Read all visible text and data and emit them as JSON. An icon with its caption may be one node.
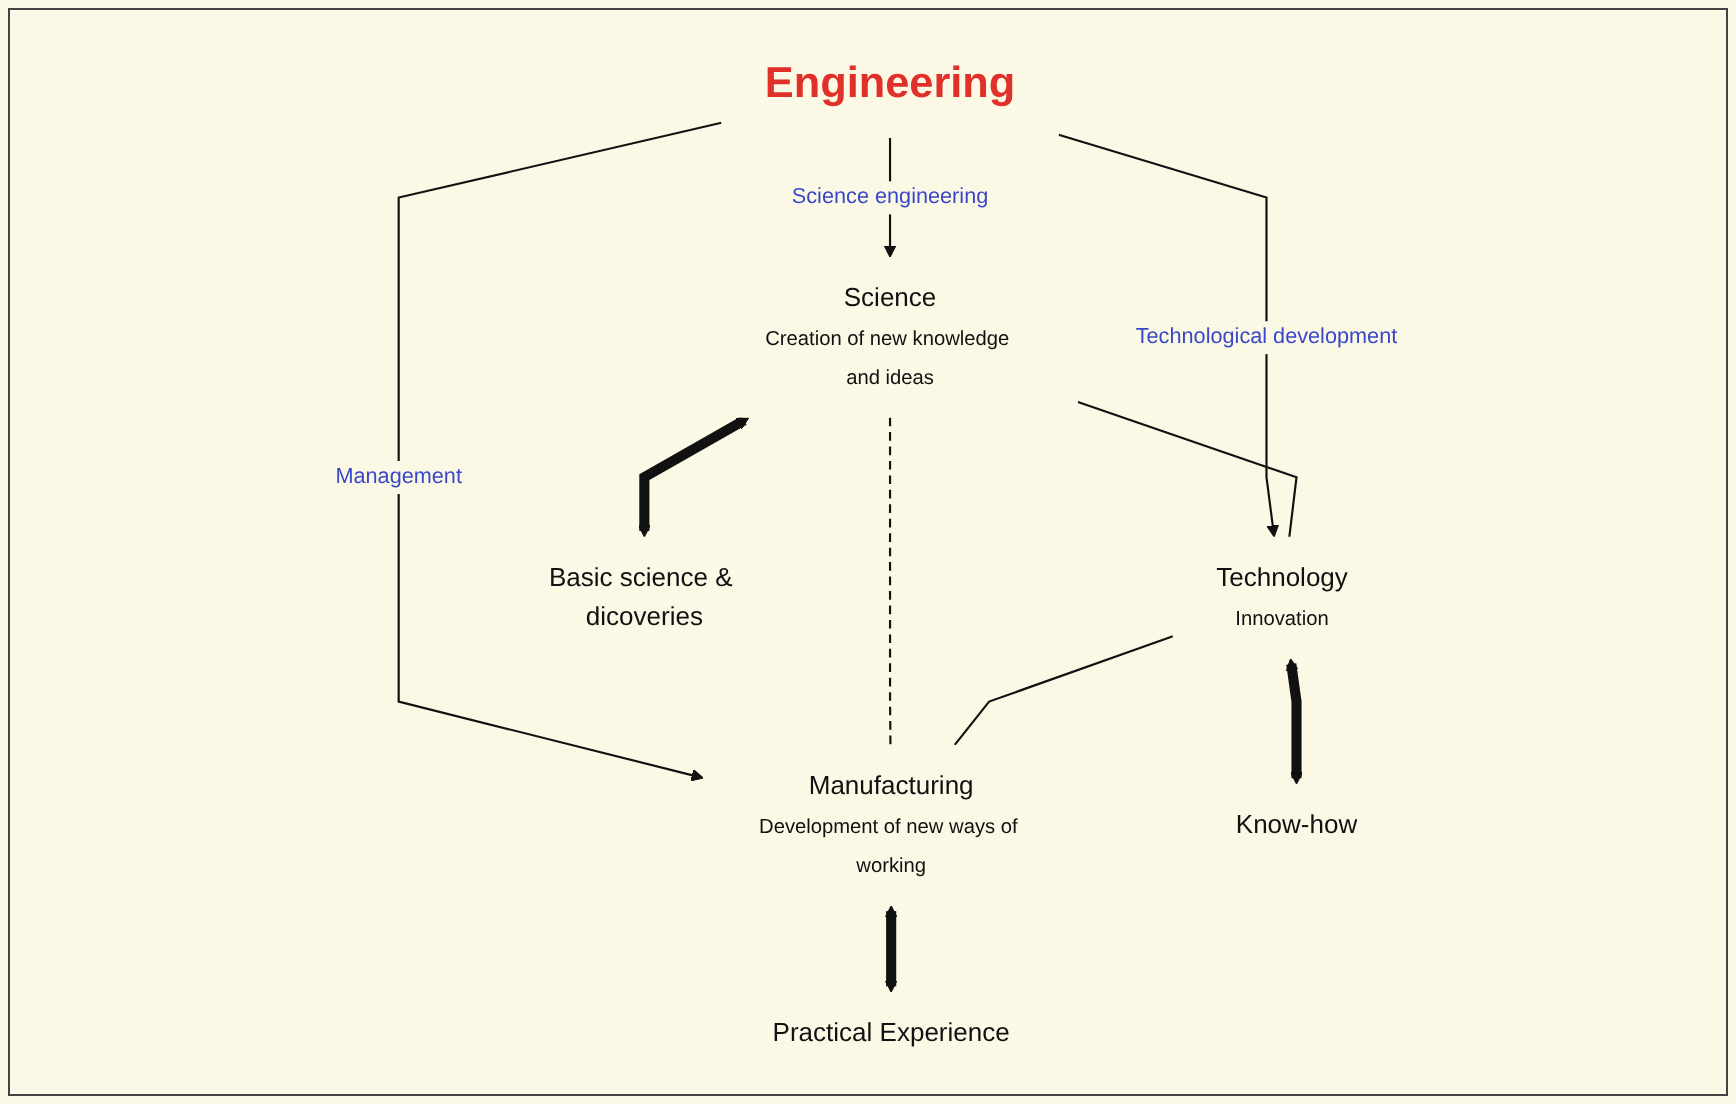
{
  "diagram": {
    "nodes": [
      {
        "text": [
          "Engineering"
        ]
      },
      {
        "text": [
          "Science",
          "Creation of new knowledge and ideas"
        ]
      },
      {
        "text": [
          "Technology",
          "Innovation"
        ]
      },
      {
        "text": [
          "Manufacturing",
          "Development of new ways of working"
        ]
      },
      {
        "text": [
          "Basic science & dicoveries"
        ]
      },
      {
        "text": [
          "Know-how"
        ]
      },
      {
        "text": [
          "Practical Experience"
        ]
      }
    ],
    "edges": [
      {
        "from": 0,
        "to": 1,
        "arrow": "to",
        "label": "Science engineering"
      },
      {
        "from": 0,
        "to": 2,
        "arrow": "to",
        "label": "Technological development"
      },
      {
        "from": 0,
        "to": 3,
        "arrow": "to",
        "label": "Management"
      },
      {
        "from": 1,
        "to": 3,
        "arrow": "none",
        "style": "dashed"
      },
      {
        "from": 1,
        "to": 2,
        "arrow": "none"
      },
      {
        "from": 2,
        "to": 3,
        "arrow": "none"
      },
      {
        "from": 1,
        "to": 4,
        "arrow": "both",
        "style": "thick"
      },
      {
        "from": 2,
        "to": 5,
        "arrow": "both",
        "style": "thick"
      },
      {
        "from": 3,
        "to": 6,
        "arrow": "both",
        "style": "thick"
      }
    ]
  }
}
